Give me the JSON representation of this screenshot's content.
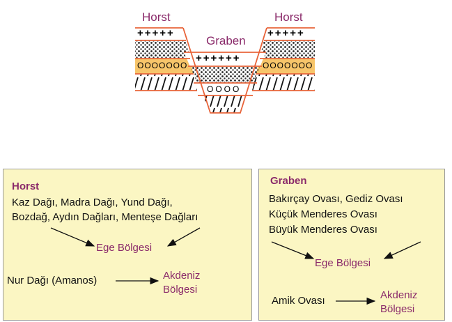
{
  "diagram": {
    "horst_left_label": "Horst",
    "horst_right_label": "Horst",
    "graben_label": "Graben",
    "plus_left": "+++++",
    "plus_right": "+++++",
    "plus_middle": "++++++",
    "circles_side": "OOOOOOO",
    "circles_middle": "OOOO",
    "colors": {
      "border": "#e8643a",
      "band": "#f7c56a",
      "label": "#8a2a6a"
    }
  },
  "horst_panel": {
    "title": "Horst",
    "line1": "Kaz Dağı, Madra Dağı, Yund Dağı,",
    "line2": "Bozdağ, Aydın Dağları, Menteşe Dağları",
    "region1": "Ege Bölgesi",
    "source2": "Nur Dağı (Amanos)",
    "region2_line1": "Akdeniz",
    "region2_line2": "Bölgesi"
  },
  "graben_panel": {
    "title": "Graben",
    "line1": "Bakırçay Ovası, Gediz Ovası",
    "line2": "Küçük Menderes Ovası",
    "line3": "Büyük Menderes Ovası",
    "region1": "Ege Bölgesi",
    "source2": "Amik Ovası",
    "region2_line1": "Akdeniz",
    "region2_line2": "Bölgesi"
  }
}
